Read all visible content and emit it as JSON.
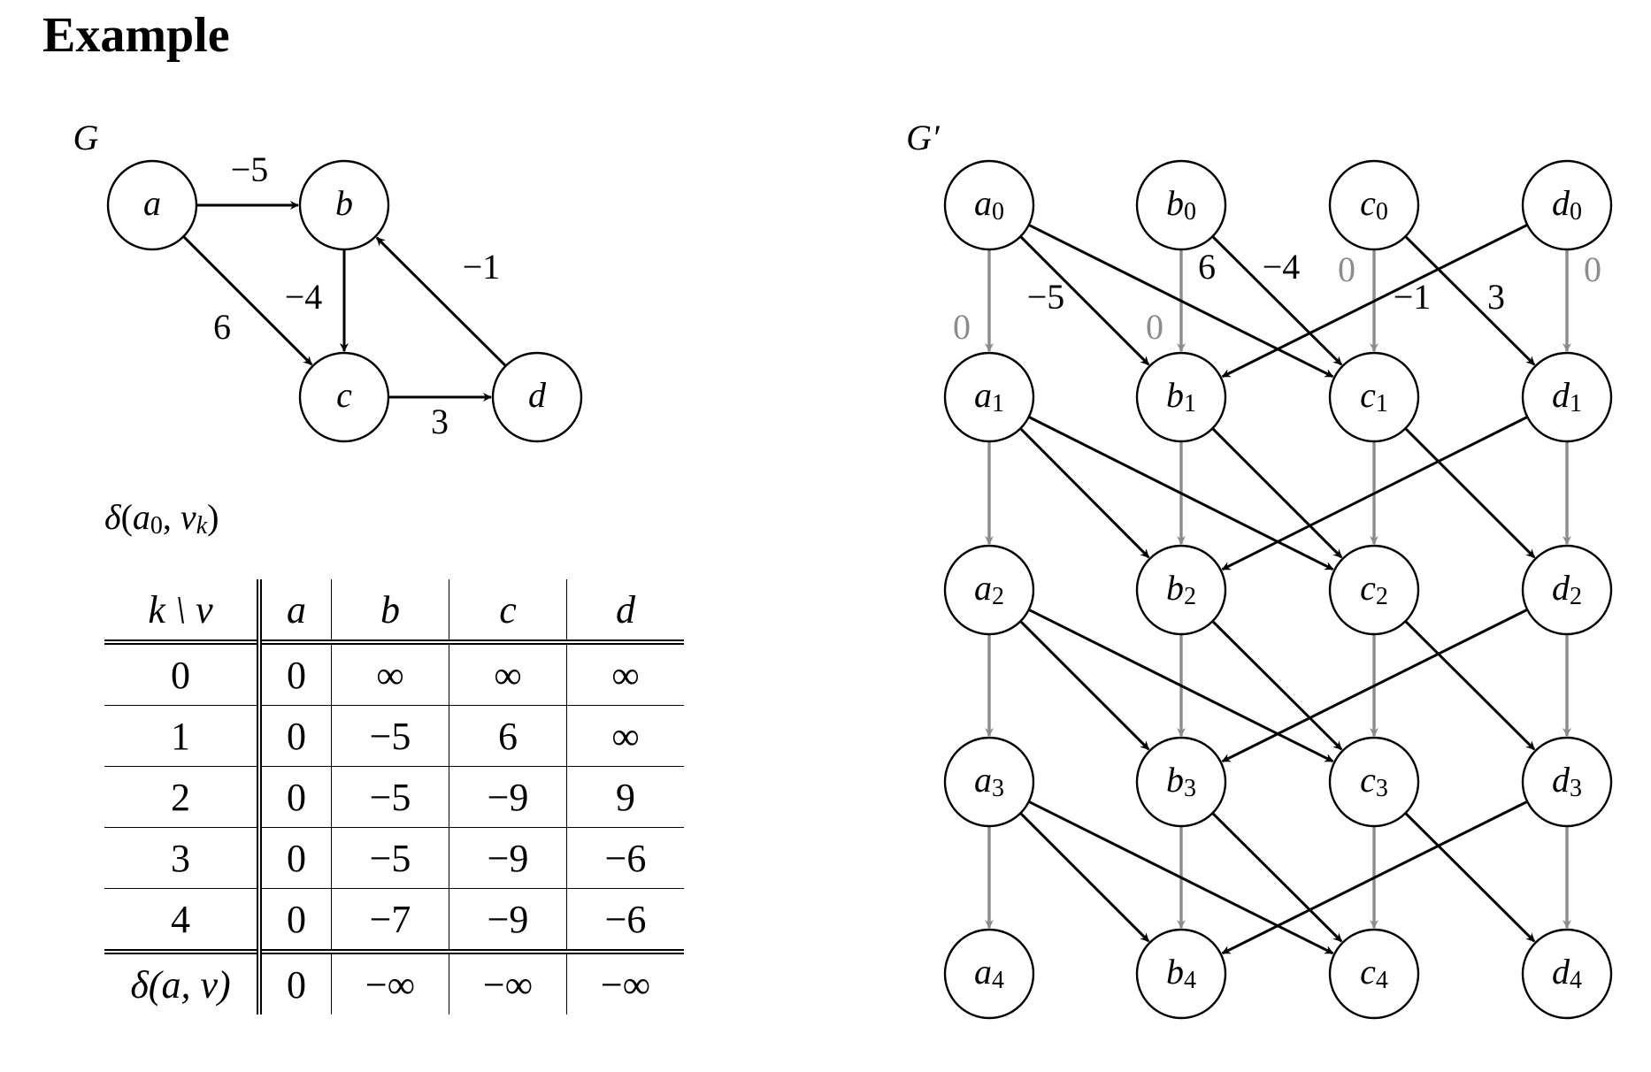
{
  "title": "Example",
  "graph_g": {
    "label": "G",
    "nodes": [
      "a",
      "b",
      "c",
      "d"
    ],
    "edges": [
      {
        "from": "a",
        "to": "b",
        "weight": "−5"
      },
      {
        "from": "a",
        "to": "c",
        "weight": "6"
      },
      {
        "from": "b",
        "to": "c",
        "weight": "−4"
      },
      {
        "from": "c",
        "to": "d",
        "weight": "3"
      },
      {
        "from": "d",
        "to": "b",
        "weight": "−1"
      }
    ]
  },
  "graph_g_prime": {
    "label": "G′",
    "columns": [
      "a",
      "b",
      "c",
      "d"
    ],
    "levels": [
      "0",
      "1",
      "2",
      "3",
      "4"
    ],
    "stay_edge_weight": "0"
  },
  "table": {
    "caption_fn": "δ",
    "caption_arg1": "a",
    "caption_sub1": "0",
    "caption_arg2": "v",
    "caption_sub2": "k",
    "corner": "k \\ v",
    "columns": [
      "a",
      "b",
      "c",
      "d"
    ],
    "rows": [
      {
        "k": "0",
        "cells": [
          {
            "v": "0"
          },
          {
            "v": "∞"
          },
          {
            "v": "∞"
          },
          {
            "v": "∞"
          }
        ]
      },
      {
        "k": "1",
        "cells": [
          {
            "v": "0"
          },
          {
            "v": "−5",
            "bold": true
          },
          {
            "v": "6",
            "bold": true
          },
          {
            "v": "∞"
          }
        ]
      },
      {
        "k": "2",
        "cells": [
          {
            "v": "0"
          },
          {
            "v": "−5"
          },
          {
            "v": "−9",
            "bold": true
          },
          {
            "v": "9",
            "bold": true
          }
        ]
      },
      {
        "k": "3",
        "cells": [
          {
            "v": "0"
          },
          {
            "v": "−5"
          },
          {
            "v": "−9"
          },
          {
            "v": "−6",
            "bold": true
          }
        ]
      },
      {
        "k": "4",
        "cells": [
          {
            "v": "0"
          },
          {
            "v": "−7",
            "bold": true
          },
          {
            "v": "−9"
          },
          {
            "v": "−6"
          }
        ]
      }
    ],
    "final_label": "δ(a, v)",
    "final": [
      "0",
      "−∞",
      "−∞",
      "−∞"
    ]
  }
}
